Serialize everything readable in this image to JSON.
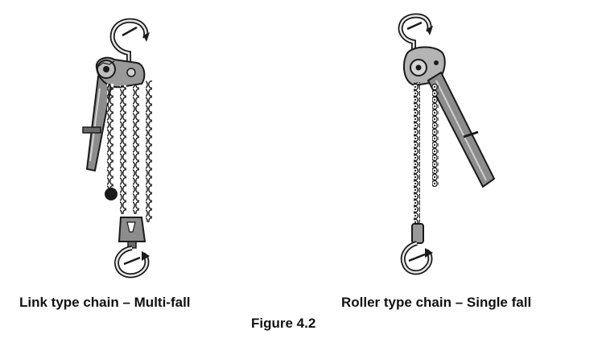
{
  "captions": {
    "left": "Link type chain – Multi-fall",
    "right": "Roller type chain – Single fall",
    "figure": "Figure 4.2"
  },
  "colors": {
    "ink": "#1a1a1a",
    "body_shade": "#8c8c8c",
    "light_shade": "#d0d0d0"
  }
}
